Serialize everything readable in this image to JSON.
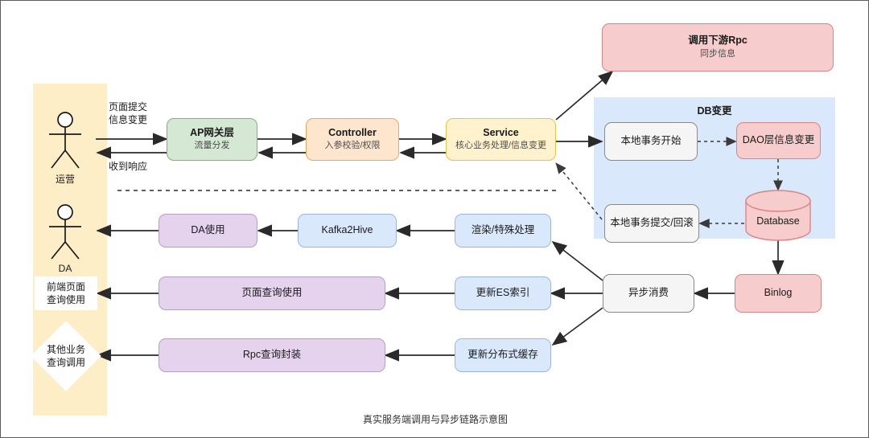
{
  "caption": "真实服务端调用与异步链路示意图",
  "groups": {
    "db_change": {
      "label": "DB变更"
    }
  },
  "actors": [
    {
      "name": "actor-operations",
      "label": "运营"
    },
    {
      "name": "actor-da",
      "label": "DA"
    }
  ],
  "lane_shapes": [
    {
      "name": "frontend-page-query",
      "label": "前端页面\n查询使用",
      "shape": "rectangle"
    },
    {
      "name": "other-business-query",
      "label": "其他业务\n查询调用",
      "shape": "diamond"
    }
  ],
  "edge_labels": [
    {
      "name": "edge-label-submit",
      "text": "页面提交\n信息变更"
    },
    {
      "name": "edge-label-response",
      "text": "收到响应"
    }
  ],
  "nodes": {
    "gateway": {
      "title": "AP网关层",
      "sub": "流量分发"
    },
    "controller": {
      "title": "Controller",
      "sub": "入参校验/权限"
    },
    "service": {
      "title": "Service",
      "sub": "核心业务处理/信息变更"
    },
    "rpc_downstream": {
      "title": "调用下游Rpc",
      "sub": "同步信息"
    },
    "tx_begin": {
      "title": "本地事务开始"
    },
    "dao_change": {
      "title": "DAO层信息变更"
    },
    "tx_commit": {
      "title": "本地事务提交/回滚"
    },
    "database": {
      "title": "Database"
    },
    "binlog": {
      "title": "Binlog"
    },
    "async_consume": {
      "title": "异步消费"
    },
    "render_special": {
      "title": "渲染/特殊处理"
    },
    "update_es": {
      "title": "更新ES索引"
    },
    "update_cache": {
      "title": "更新分布式缓存"
    },
    "kafka2hive": {
      "title": "Kafka2Hive"
    },
    "da_usage": {
      "title": "DA使用"
    },
    "page_query": {
      "title": "页面查询使用"
    },
    "rpc_query": {
      "title": "Rpc查询封装"
    }
  },
  "colors": {
    "green_fill": "#d5e8d4",
    "green_stroke": "#82b366",
    "peach_fill": "#fde5ce",
    "peach_stroke": "#e8a95b",
    "yellow_fill": "#fff2cc",
    "yellow_stroke": "#e8c24a",
    "pink_fill": "#f6cccc",
    "pink_stroke": "#d98585",
    "blue_fill": "#dae8fc",
    "blue_stroke": "#9bb7e0",
    "purple_fill": "#e5d3ee",
    "purple_stroke": "#b79ec7",
    "grey_fill": "#f5f5f5",
    "grey_stroke": "#8a8a8a",
    "lane_fill": "#fdeec8",
    "arrow": "#2a2a2a"
  }
}
